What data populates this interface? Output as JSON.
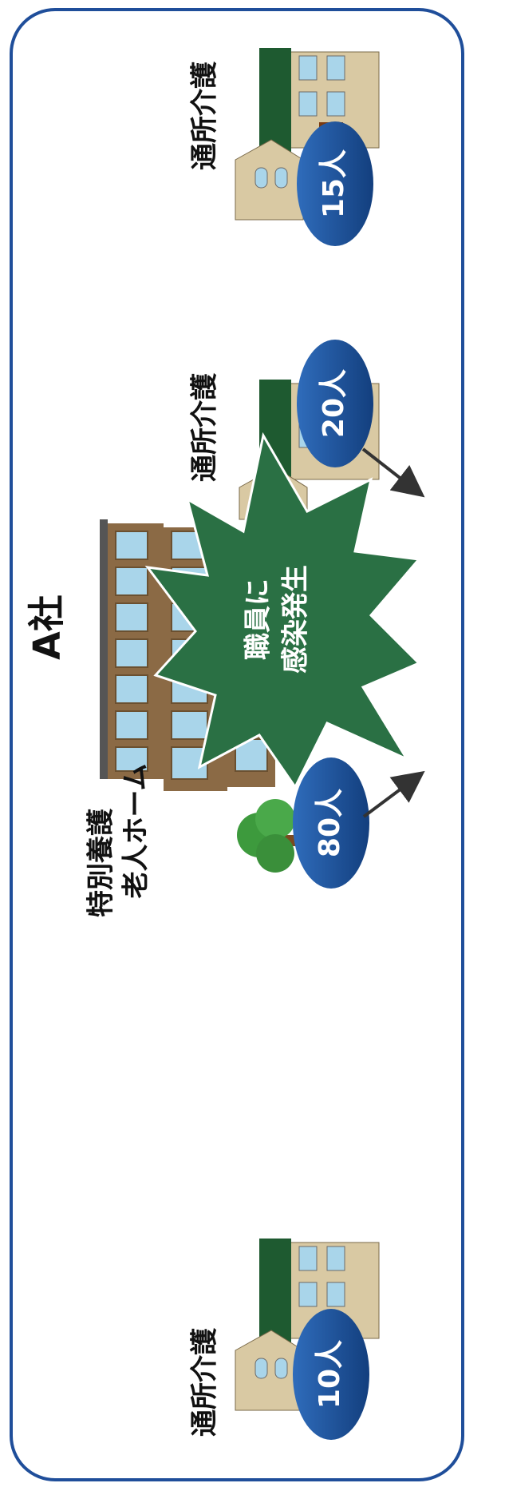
{
  "company_label": "A社",
  "facilities": {
    "top": {
      "label": "通所介護",
      "count": "15人"
    },
    "upper_mid": {
      "label": "通所介護",
      "count": "20人"
    },
    "main": {
      "label_line1": "特別養護",
      "label_line2": "老人ホーム",
      "count": "80人"
    },
    "bottom": {
      "label": "通所介護",
      "count": "10人"
    }
  },
  "burst": {
    "line1": "職員に",
    "line2": "感染発生"
  },
  "colors": {
    "border": "#1f4e9a",
    "badge": "#1a4e96",
    "burst": "#2a7044",
    "roof": "#1e5a30",
    "wall": "#d9c9a3",
    "window": "#a9d5ea",
    "brick": "#8b6a45",
    "tree": "#3d9a3d",
    "arrow": "#333333"
  }
}
